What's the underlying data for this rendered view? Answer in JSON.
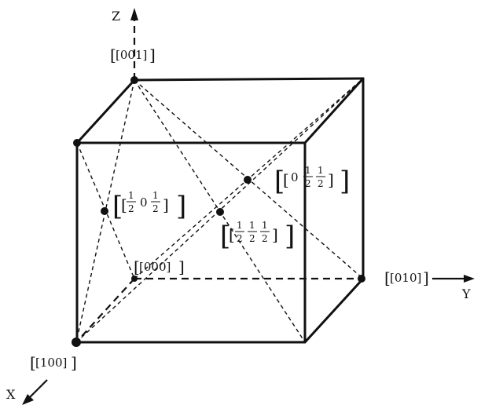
{
  "axes": {
    "x": "X",
    "y": "Y",
    "z": "Z"
  },
  "vertices": {
    "origin": "[000]",
    "x_corner": "[100]",
    "y_corner": "[010]",
    "z_corner": "[001]"
  },
  "face_centers": {
    "xz": {
      "a_num": "1",
      "a_den": "2",
      "b": "0",
      "c_num": "1",
      "c_den": "2"
    },
    "yz": {
      "a": "0",
      "b_num": "1",
      "b_den": "2",
      "c_num": "1",
      "c_den": "2"
    }
  },
  "body_center": {
    "a_num": "1",
    "a_den": "2",
    "b_num": "1",
    "b_den": "2",
    "c_num": "1",
    "c_den": "2"
  }
}
